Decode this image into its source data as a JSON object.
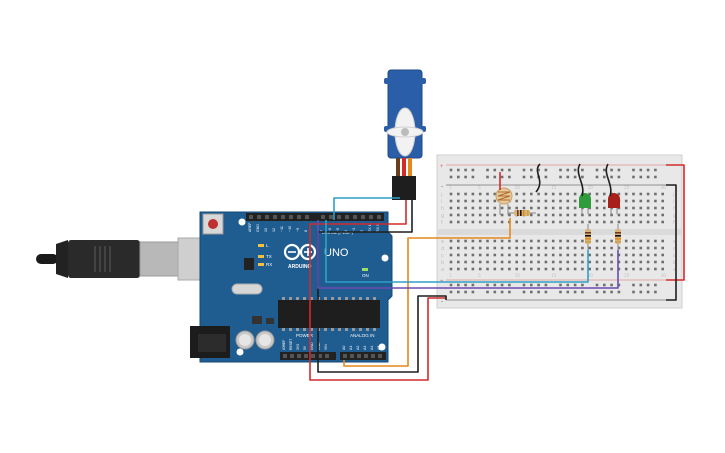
{
  "board": {
    "logo": "UNO",
    "brand": "ARDUINO",
    "header_labels": [
      "AREF",
      "GND",
      "13",
      "12",
      "~11",
      "~10",
      "~9",
      "8",
      "7",
      "~6",
      "~5",
      "4",
      "~3",
      "2",
      "TX 1",
      "RX 0"
    ],
    "led_labels": [
      "L",
      "TX",
      "RX",
      "ON"
    ],
    "power_title": "POWER",
    "power_labels": [
      "IOREF",
      "RESET",
      "3V3",
      "5V",
      "GND",
      "GND",
      "VIN"
    ],
    "analog_title": "ANALOG IN",
    "analog_labels": [
      "A0",
      "A1",
      "A2",
      "A3",
      "A4",
      "A5"
    ],
    "digital_title": "DIGITAL (PWM~)"
  },
  "breadboard": {
    "row_letters_top": [
      "j",
      "i",
      "h",
      "g",
      "f"
    ],
    "row_letters_bottom": [
      "e",
      "d",
      "c",
      "b",
      "a"
    ],
    "column_numbers": [
      "1",
      "5",
      "10",
      "15",
      "20",
      "25",
      "30"
    ],
    "rail_plus": "+",
    "rail_minus": "-"
  },
  "components": {
    "servo_color": "#2b5ea8",
    "arduino_color": "#1f5c8f",
    "led_green": "#2e9c3a",
    "led_red": "#a8201a",
    "usb_color": "#2a2a2a"
  },
  "wires": {
    "red": "#d42a2a",
    "black": "#1e1e1e",
    "orange": "#e6891a",
    "blue": "#2f9fc8",
    "purple": "#6b4bb0"
  }
}
